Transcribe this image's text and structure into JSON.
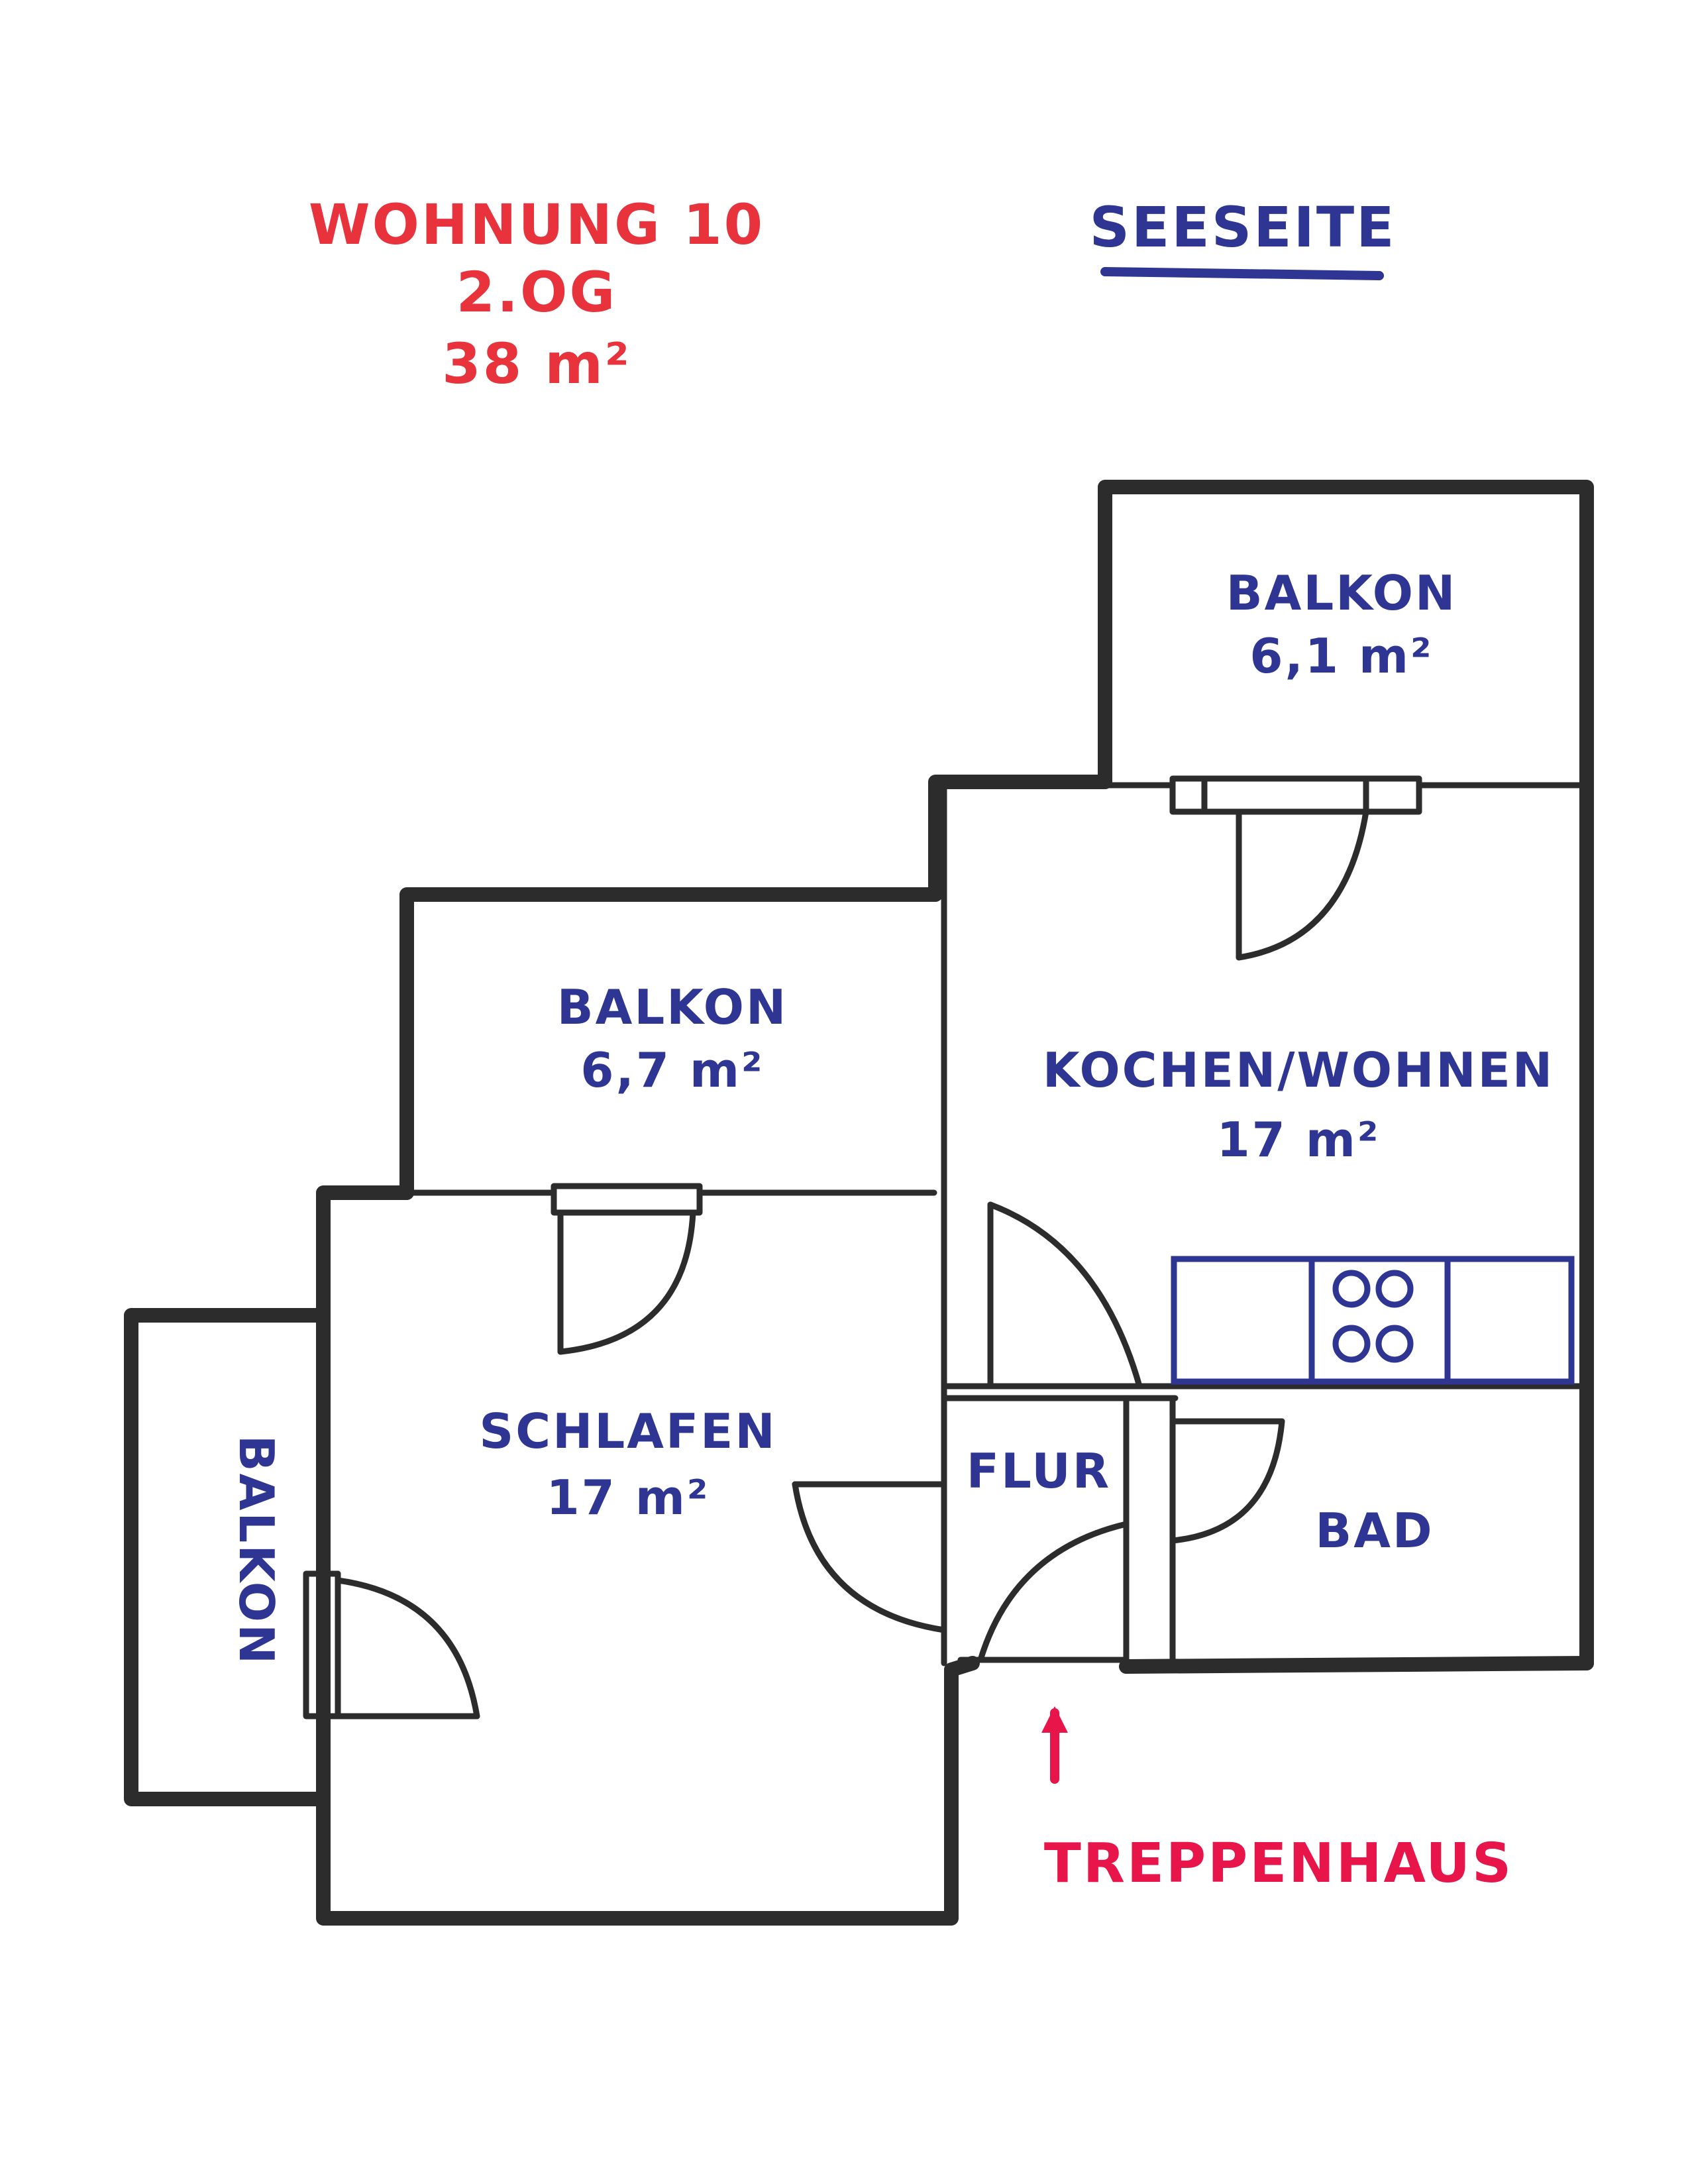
{
  "header": {
    "apartment": "WOHNUNG 10",
    "floor": "2.OG",
    "area": "38 m²",
    "side": "SEESEITE"
  },
  "rooms": {
    "balkon_top": {
      "name": "BALKON",
      "area": "6,1 m²"
    },
    "balkon_mid": {
      "name": "BALKON",
      "area": "6,7 m²"
    },
    "kochen": {
      "name": "KOCHEN/WOHNEN",
      "area": "17 m²"
    },
    "schlafen": {
      "name": "SCHLAFEN",
      "area": "17 m²"
    },
    "balkon_side": {
      "name": "BALKON"
    },
    "flur": {
      "name": "FLUR"
    },
    "bad": {
      "name": "BAD"
    }
  },
  "stairs": {
    "label": "TREPPENHAUS"
  },
  "colors": {
    "red": "#e8323c",
    "blue": "#2e3592",
    "wall": "#2c2c2c",
    "stairs": "#e8154a"
  }
}
